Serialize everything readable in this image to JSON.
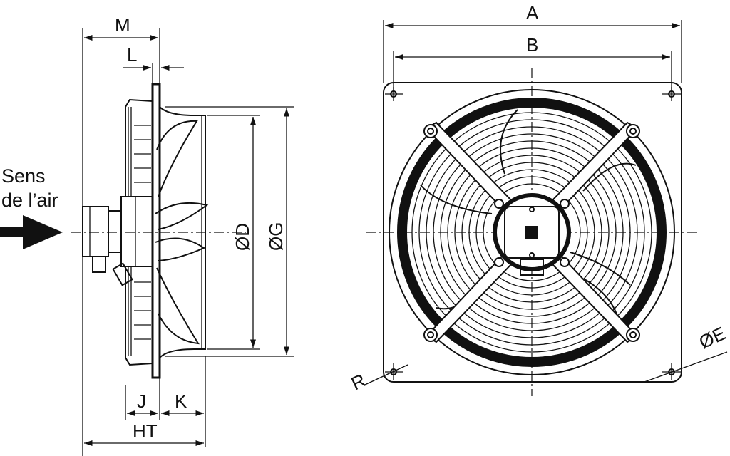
{
  "airflow": {
    "line1": "Sens",
    "line2": "de l’air"
  },
  "side_view": {
    "labels": {
      "m": "M",
      "l": "L",
      "d": "ØD",
      "g": "ØG",
      "j": "J",
      "k": "K",
      "ht": "HT"
    }
  },
  "front_view": {
    "labels": {
      "a": "A",
      "b": "B",
      "r": "R",
      "e": "ØE"
    }
  },
  "colors": {
    "line": "#111111",
    "background": "#ffffff"
  },
  "icons": {
    "airflow": "arrow-right-icon"
  }
}
